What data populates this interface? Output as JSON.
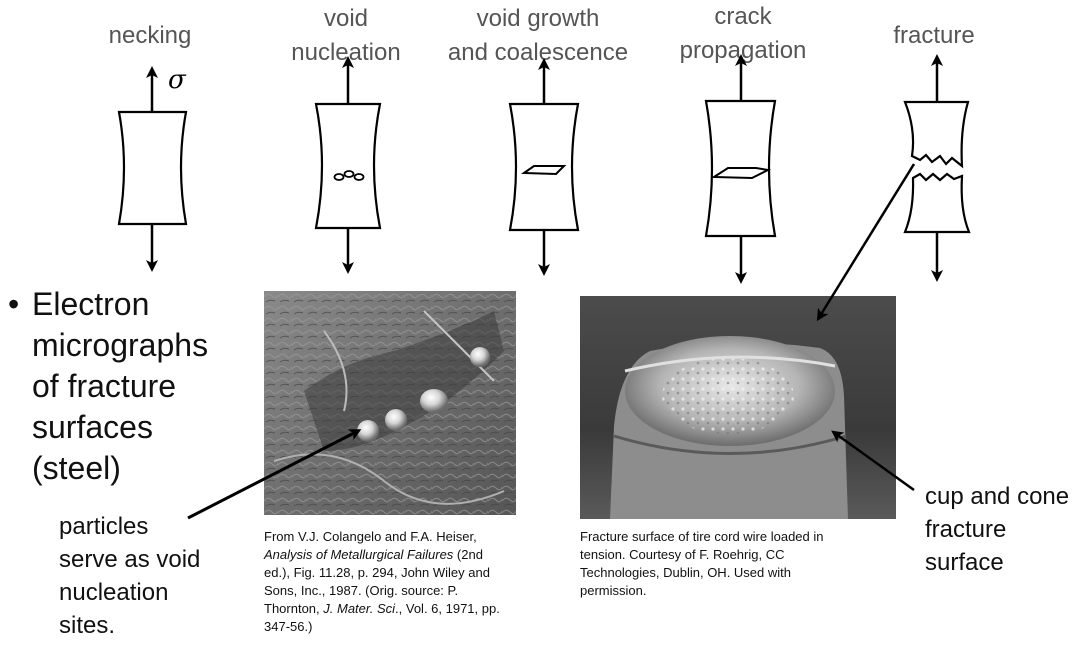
{
  "stages": [
    {
      "name": "necking",
      "lines": [
        "necking"
      ]
    },
    {
      "name": "void-nucleation",
      "lines": [
        "void",
        "nucleation"
      ]
    },
    {
      "name": "void-growth",
      "lines": [
        "void growth",
        "and coalescence"
      ]
    },
    {
      "name": "crack-propagation",
      "lines": [
        "crack",
        "propagation"
      ]
    },
    {
      "name": "fracture",
      "lines": [
        "fracture"
      ]
    }
  ],
  "stress_symbol": "σ",
  "bullet": {
    "symbol": "•",
    "lines": [
      "Electron",
      "micrographs",
      "of fracture",
      "surfaces",
      "(steel)"
    ]
  },
  "callouts": {
    "particles": [
      "particles",
      "serve as void",
      "nucleation",
      "sites."
    ],
    "cup_cone": [
      "cup and cone",
      "fracture",
      "surface"
    ]
  },
  "captions": {
    "left": {
      "lines": [
        {
          "pre": "From V.J. Colangelo and F.A. Heiser,",
          "it": "",
          "post": ""
        },
        {
          "pre": "",
          "it": "Analysis of Metallurgical Failures",
          "post": " (2nd"
        },
        {
          "pre": "ed.), Fig. 11.28, p. 294,  John Wiley and",
          "it": "",
          "post": ""
        },
        {
          "pre": "Sons, Inc., 1987.  (Orig. source:  P.",
          "it": "",
          "post": ""
        },
        {
          "pre": "Thornton, ",
          "it": "J. Mater. Sci",
          "post": "., Vol. 6, 1971, pp."
        },
        {
          "pre": "347-56.)",
          "it": "",
          "post": ""
        }
      ]
    },
    "right": {
      "lines": [
        {
          "pre": "Fracture surface of tire cord wire  loaded in",
          "it": "",
          "post": ""
        },
        {
          "pre": "tension.  Courtesy of F. Roehrig, CC",
          "it": "",
          "post": ""
        },
        {
          "pre": "Technologies, Dublin, OH.  Used with",
          "it": "",
          "post": ""
        },
        {
          "pre": "permission.",
          "it": "",
          "post": ""
        }
      ]
    }
  },
  "micrographs": [
    {
      "name": "void-nucleation-micrograph",
      "subject": "steel fracture surface with particles"
    },
    {
      "name": "cup-and-cone-micrograph",
      "subject": "tire cord wire fracture surface"
    }
  ]
}
